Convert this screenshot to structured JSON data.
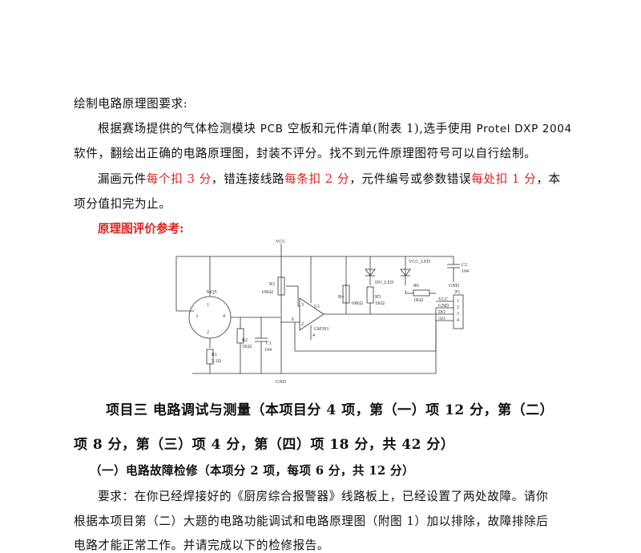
{
  "doc": {
    "req_title": "绘制电路原理图要求:",
    "para1_a": "根据赛场提供的气体检测模块 ",
    "para1_pcb": "PCB",
    "para1_b": " 空板和元件清单(附表 1),选手使用 ",
    "para1_sw": "Protel DXP 2004",
    "para1_c": "软件，翻绘出正确的电路原理图，封装不评分。找不到元件原理图符号可以自行绘制。",
    "para2_a": "漏画元件",
    "para2_r1": "每个扣 3 分",
    "para2_b": "，错连接线路",
    "para2_r2": "每条扣 2 分",
    "para2_c": "，元件编号或参数错误",
    "para2_r3": "每处扣 1 分",
    "para2_d": "，本",
    "para2_e": "项分值扣完为止。",
    "ref_heading": "原理图评价参考:"
  },
  "schematic": {
    "vcc_top": "VCC",
    "gnd_bottom": "GND",
    "mq5": "MQ5",
    "r1": "R1",
    "r1_val": "5.1Ω",
    "r2": "R2",
    "r2_val": "1KΩ",
    "c1": "C1",
    "c1_val": "104",
    "r3": "R3",
    "r3_val": "10KΩ",
    "u1": "U1",
    "u1_type": "LM393",
    "pin3": "3",
    "pin2": "2",
    "pin4": "4",
    "pin6": "6",
    "r4": "R4",
    "r4_val": "10KΩ",
    "r5": "R5",
    "r5_val": "1KΩ",
    "do_led": "DO_LED",
    "vcc_led": "VCC_LED",
    "r6": "R6",
    "r6_val": "1KΩ",
    "c2": "C2",
    "c2_val": "104",
    "gnd_c2": "GND",
    "p1": "P1",
    "p1_vcc": "VCC",
    "p1_gnd": "GND",
    "p1_do": "DO",
    "p1_ao": "AO",
    "p1_n1": "1",
    "p1_n2": "2",
    "p1_n3": "3",
    "p1_n4": "4",
    "mq_p1": "1",
    "mq_p2": "2",
    "mq_p3": "3",
    "mq_p4": "4"
  },
  "section3": {
    "title_line1": "项目三   电路调试与测量（本项目分 4 项，第（一）项 12 分，第（二）",
    "title_line2": "项 8 分，第（三）项 4 分，第（四）项 18 分，共 42 分）",
    "sub1": "（一）电路故障检修（本项分 2 项，每项 6 分，共 12 分）",
    "req_line1": "要求：在你已经焊接好的《厨房综合报警器》线路板上，已经设置了两处故障。请你",
    "req_line2": "根据本项目第（二）大题的电路功能调试和电路原理图（附图 1）加以排除，故障排除后",
    "req_line3": "电路才能正常工作。并请完成以下的检修报告。"
  }
}
